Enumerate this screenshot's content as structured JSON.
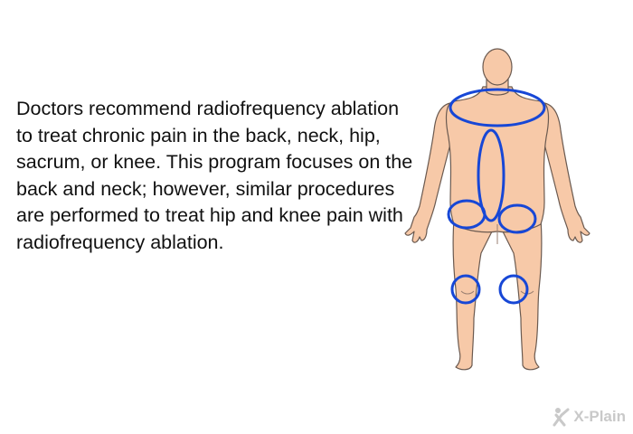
{
  "description_text": "Doctors recommend radiofrequency ablation to treat chronic pain in the back, neck, hip, sacrum, or knee. This program focuses on the back and neck; however, similar procedures are performed to treat hip and knee pain with radiofrequency ablation.",
  "logo": {
    "label": "X-Plain"
  },
  "colors": {
    "skin": "#f7c9a8",
    "skin_outline": "#6b5a50",
    "highlight": "#1747d6",
    "logo_gray": "#c9c9c9"
  },
  "icons": {
    "figure": "human-body-back-view",
    "highlights": [
      "shoulder-neck-ellipse",
      "spine-ellipse",
      "left-hip-ellipse",
      "right-hip-ellipse",
      "left-knee-ellipse",
      "right-knee-ellipse"
    ]
  }
}
